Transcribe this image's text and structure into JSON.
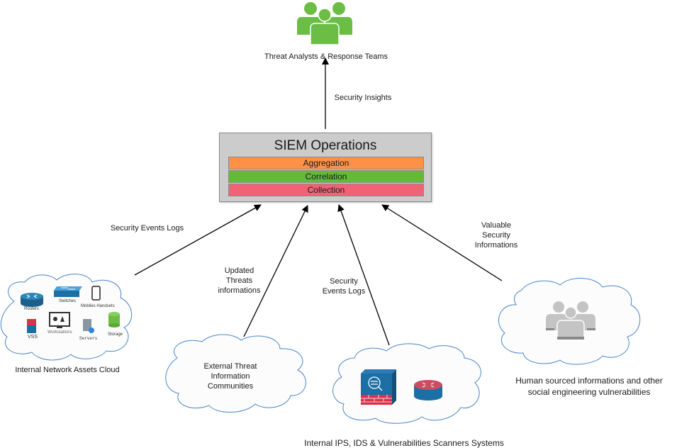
{
  "diagram": {
    "top_node": {
      "label": "Threat Analysts & Response Teams",
      "icon": "people-group-icon",
      "icon_color": "#6bbd45"
    },
    "siem": {
      "title": "SIEM Operations",
      "layers": [
        {
          "label": "Aggregation",
          "color": "#ff9147"
        },
        {
          "label": "Correlation",
          "color": "#63b93a"
        },
        {
          "label": "Collection",
          "color": "#f06377"
        }
      ]
    },
    "edges": {
      "siem_to_analysts": "Security Insights",
      "network_to_siem": "Security Events Logs",
      "external_to_siem": [
        "Updated",
        "Threats",
        "informations"
      ],
      "ips_to_siem": [
        "Security",
        "Events Logs"
      ],
      "human_to_siem": [
        "Valuable",
        "Security",
        "Informations"
      ]
    },
    "sources": {
      "network_cloud": {
        "label": "Internal Network Assets Cloud",
        "assets": [
          "Routers",
          "Switches",
          "Mobiles Handsets",
          "VSS",
          "Workstations",
          "Servers",
          "Storage"
        ]
      },
      "external_cloud": {
        "label_lines": [
          "External Threat",
          "Information",
          "Communities"
        ]
      },
      "ips_cloud": {
        "label": "Internal IPS, IDS & Vulnerabilities Scanners Systems"
      },
      "human_cloud": {
        "label_lines": [
          "Human sourced informations and other",
          "social engineering vulnerabilities"
        ]
      }
    },
    "colors": {
      "cloud_stroke": "#4a86c8",
      "cloud_fill": "#fcfcfc",
      "arrow": "#000000"
    }
  }
}
